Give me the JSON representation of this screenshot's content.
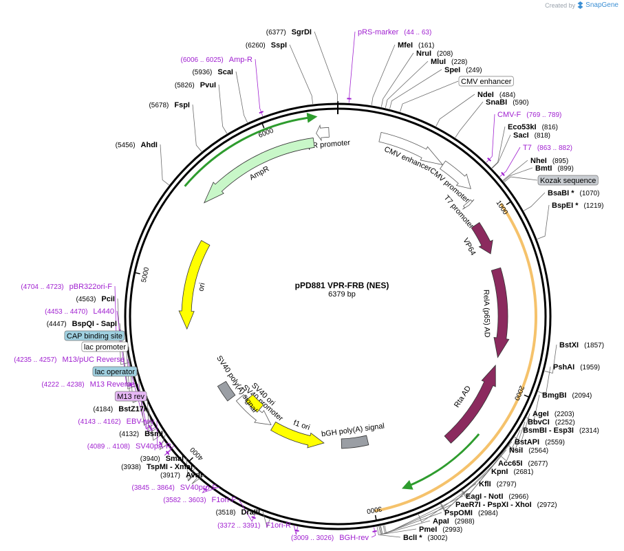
{
  "credit": {
    "prefix": "Created by",
    "brand": "SnapGene"
  },
  "plasmid": {
    "name": "pPD881 VPR-FRB (NES)",
    "length": "6379 bp",
    "total_bp": 6379
  },
  "ticks": [
    "1000",
    "2000",
    "3000",
    "4000",
    "5000",
    "6000"
  ],
  "colors": {
    "primer": "#a020d0",
    "enzyme": "#000000",
    "feature_fill": "#ffffff",
    "orf_yellow": "#ffff00",
    "orf_purple": "#8b2a5e",
    "orf_green": "#c8f7c8",
    "gray": "#9a9ea4",
    "highlight": "#f5c26b"
  },
  "features": [
    {
      "name": "AmpR promoter",
      "start": 6260,
      "end": 6330,
      "kind": "promoter",
      "color": "#ffffff"
    },
    {
      "name": "AmpR",
      "start": 5500,
      "end": 6240,
      "kind": "cds",
      "color": "#c8f7c8"
    },
    {
      "name": "CMV enhancer",
      "start": 235,
      "end": 614,
      "kind": "promoter",
      "color": "#ffffff"
    },
    {
      "name": "CMV promoter",
      "start": 615,
      "end": 818,
      "kind": "promoter",
      "color": "#ffffff"
    },
    {
      "name": "T7 promoter",
      "start": 863,
      "end": 881,
      "kind": "promoter",
      "color": "#ffffff"
    },
    {
      "name": "VP64",
      "start": 1000,
      "end": 1200,
      "kind": "cds",
      "color": "#8b2a5e"
    },
    {
      "name": "RelA (p65) AD",
      "start": 1300,
      "end": 1850,
      "kind": "cds",
      "color": "#8b2a5e"
    },
    {
      "name": "Rta AD",
      "start": 1900,
      "end": 2450,
      "kind": "cds",
      "color": "#8b2a5e"
    },
    {
      "name": "bGH poly(A) signal",
      "start": 2950,
      "end": 3160,
      "kind": "misc",
      "color": "#9a9ea4"
    },
    {
      "name": "f1 ori",
      "start": 3300,
      "end": 3730,
      "kind": "origin",
      "color": "#ffff00"
    },
    {
      "name": "SV40 promoter",
      "start": 3750,
      "end": 4080,
      "kind": "promoter",
      "color": "#ffffff"
    },
    {
      "name": "SV40 ori",
      "start": 3900,
      "end": 4030,
      "kind": "origin",
      "color": "#ffff00"
    },
    {
      "name": "SV40 poly(A) signal",
      "start": 4120,
      "end": 4250,
      "kind": "misc",
      "color": "#9a9ea4"
    },
    {
      "name": "ori",
      "start": 4700,
      "end": 5300,
      "kind": "origin",
      "color": "#ffff00"
    }
  ],
  "inner_arcs": [
    {
      "start": 980,
      "end": 3000,
      "color": "#f5c26b"
    },
    {
      "start": 2300,
      "end": 2800,
      "color": "#2e9c2e"
    },
    {
      "start": 5500,
      "end": 6250,
      "color": "#2e9c2e"
    }
  ],
  "labels": [
    {
      "text": "SgrDI",
      "pos": "(6377)",
      "bp": 6377,
      "type": "enzyme"
    },
    {
      "text": "pRS-marker",
      "pos": "(44 .. 63)",
      "bp": 53,
      "type": "primer"
    },
    {
      "text": "SspI",
      "pos": "(6260)",
      "bp": 6260,
      "type": "enzyme"
    },
    {
      "text": "MfeI",
      "pos": "(161)",
      "bp": 161,
      "type": "enzyme"
    },
    {
      "text": "NruI",
      "pos": "(208)",
      "bp": 208,
      "type": "enzyme"
    },
    {
      "text": "MluI",
      "pos": "(228)",
      "bp": 228,
      "type": "enzyme"
    },
    {
      "text": "SpeI",
      "pos": "(249)",
      "bp": 249,
      "type": "enzyme"
    },
    {
      "text": "Amp-R",
      "pos": "(6006 .. 6025)",
      "bp": 6015,
      "type": "primer"
    },
    {
      "text": "ScaI",
      "pos": "(5936)",
      "bp": 5936,
      "type": "enzyme"
    },
    {
      "text": "PvuI",
      "pos": "(5826)",
      "bp": 5826,
      "type": "enzyme"
    },
    {
      "text": "FspI",
      "pos": "(5678)",
      "bp": 5678,
      "type": "enzyme"
    },
    {
      "text": "AhdI",
      "pos": "(5456)",
      "bp": 5456,
      "type": "enzyme"
    },
    {
      "text": "CMV enhancer",
      "pos": "",
      "bp": 300,
      "type": "box"
    },
    {
      "text": "NdeI",
      "pos": "(484)",
      "bp": 484,
      "type": "enzyme"
    },
    {
      "text": "SnaBI",
      "pos": "(590)",
      "bp": 590,
      "type": "enzyme"
    },
    {
      "text": "CMV-F",
      "pos": "(769 .. 789)",
      "bp": 779,
      "type": "primer"
    },
    {
      "text": "Eco53kI",
      "pos": "(816)",
      "bp": 816,
      "type": "enzyme"
    },
    {
      "text": "SacI",
      "pos": "(818)",
      "bp": 818,
      "type": "enzyme"
    },
    {
      "text": "T7",
      "pos": "(863 .. 882)",
      "bp": 872,
      "type": "primer"
    },
    {
      "text": "NheI",
      "pos": "(895)",
      "bp": 895,
      "type": "enzyme"
    },
    {
      "text": "BmtI",
      "pos": "(899)",
      "bp": 899,
      "type": "enzyme"
    },
    {
      "text": "Kozak sequence",
      "pos": "",
      "bp": 905,
      "type": "boxgray"
    },
    {
      "text": "BsaBI *",
      "pos": "(1070)",
      "bp": 1070,
      "type": "enzyme"
    },
    {
      "text": "BspEI *",
      "pos": "(1219)",
      "bp": 1219,
      "type": "enzyme"
    },
    {
      "text": "pBR322ori-F",
      "pos": "(4704 .. 4723)",
      "bp": 4713,
      "type": "primer"
    },
    {
      "text": "PciI",
      "pos": "(4563)",
      "bp": 4563,
      "type": "enzyme"
    },
    {
      "text": "L4440",
      "pos": "(4453 .. 4470)",
      "bp": 4461,
      "type": "primer"
    },
    {
      "text": "BspQI  - SapI",
      "pos": "(4447)",
      "bp": 4447,
      "type": "enzyme"
    },
    {
      "text": "CAP binding site",
      "pos": "",
      "bp": 4420,
      "type": "boxblue"
    },
    {
      "text": "lac promoter",
      "pos": "",
      "bp": 4380,
      "type": "box"
    },
    {
      "text": "M13/pUC Reverse",
      "pos": "(4235 .. 4257)",
      "bp": 4246,
      "type": "primer"
    },
    {
      "text": "lac operator",
      "pos": "",
      "bp": 4265,
      "type": "boxblue"
    },
    {
      "text": "M13 Reverse",
      "pos": "(4222 .. 4238)",
      "bp": 4230,
      "type": "primer"
    },
    {
      "text": "M13 rev",
      "pos": "",
      "bp": 4222,
      "type": "boxpurple"
    },
    {
      "text": "BstZ17I",
      "pos": "(4184)",
      "bp": 4184,
      "type": "enzyme"
    },
    {
      "text": "EBV-rev",
      "pos": "(4143 .. 4162)",
      "bp": 4152,
      "type": "primer"
    },
    {
      "text": "BsmI",
      "pos": "(4132)",
      "bp": 4132,
      "type": "enzyme"
    },
    {
      "text": "SV40pA-R",
      "pos": "(4089 .. 4108)",
      "bp": 4098,
      "type": "primer"
    },
    {
      "text": "SmaI",
      "pos": "(3940)",
      "bp": 3940,
      "type": "enzyme"
    },
    {
      "text": "TspMI  - XmaI",
      "pos": "(3938)",
      "bp": 3938,
      "type": "enzyme"
    },
    {
      "text": "AvrII",
      "pos": "(3917)",
      "bp": 3917,
      "type": "enzyme"
    },
    {
      "text": "SV40pro-F",
      "pos": "(3845 .. 3864)",
      "bp": 3854,
      "type": "primer"
    },
    {
      "text": "F1ori-F",
      "pos": "(3582 .. 3603)",
      "bp": 3592,
      "type": "primer"
    },
    {
      "text": "DraIII",
      "pos": "(3518)",
      "bp": 3518,
      "type": "enzyme"
    },
    {
      "text": "F1ori-R",
      "pos": "(3372 .. 3391)",
      "bp": 3381,
      "type": "primer"
    },
    {
      "text": "BGH-rev",
      "pos": "(3009 .. 3026)",
      "bp": 3017,
      "type": "primer"
    },
    {
      "text": "BstXI",
      "pos": "(1857)",
      "bp": 1857,
      "type": "enzyme"
    },
    {
      "text": "PshAI",
      "pos": "(1959)",
      "bp": 1959,
      "type": "enzyme"
    },
    {
      "text": "BmgBI",
      "pos": "(2094)",
      "bp": 2094,
      "type": "enzyme"
    },
    {
      "text": "AgeI",
      "pos": "(2203)",
      "bp": 2203,
      "type": "enzyme"
    },
    {
      "text": "BbvCI",
      "pos": "(2252)",
      "bp": 2252,
      "type": "enzyme"
    },
    {
      "text": "BsmBI  - Esp3I",
      "pos": "(2314)",
      "bp": 2314,
      "type": "enzyme"
    },
    {
      "text": "BstAPI",
      "pos": "(2559)",
      "bp": 2559,
      "type": "enzyme"
    },
    {
      "text": "NsiI",
      "pos": "(2564)",
      "bp": 2564,
      "type": "enzyme"
    },
    {
      "text": "Acc65I",
      "pos": "(2677)",
      "bp": 2677,
      "type": "enzyme"
    },
    {
      "text": "KpnI",
      "pos": "(2681)",
      "bp": 2681,
      "type": "enzyme"
    },
    {
      "text": "KflI",
      "pos": "(2797)",
      "bp": 2797,
      "type": "enzyme"
    },
    {
      "text": "EagI  - NotI",
      "pos": "(2966)",
      "bp": 2966,
      "type": "enzyme"
    },
    {
      "text": "PaeR7I  - PspXI  - XhoI",
      "pos": "(2972)",
      "bp": 2972,
      "type": "enzyme"
    },
    {
      "text": "PspOMI",
      "pos": "(2984)",
      "bp": 2984,
      "type": "enzyme"
    },
    {
      "text": "ApaI",
      "pos": "(2988)",
      "bp": 2988,
      "type": "enzyme"
    },
    {
      "text": "PmeI",
      "pos": "(2993)",
      "bp": 2993,
      "type": "enzyme"
    },
    {
      "text": "BclI *",
      "pos": "(3002)",
      "bp": 3002,
      "type": "enzyme"
    }
  ]
}
